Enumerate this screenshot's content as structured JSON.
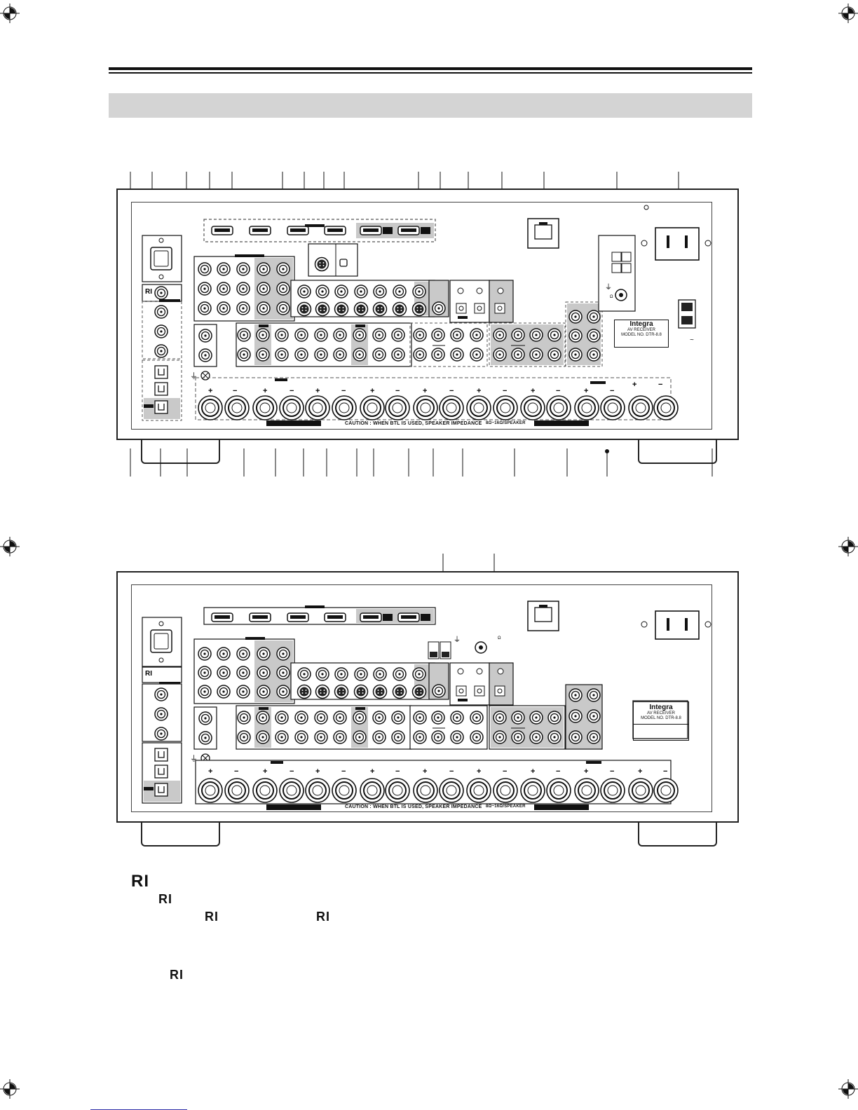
{
  "panel1": {
    "caution": "CAUTION : WHEN BTL IS USED, SPEAKER IMPEDANCE",
    "impedance": "8Ω~16Ω/SPEAKER",
    "brand_logo": "Integra",
    "brand_line1": "AV RECEIVER",
    "brand_line2": "MODEL NO. DTR-8.8",
    "ohm": "Ω",
    "ac": "~"
  },
  "panel2": {
    "caution": "CAUTION : WHEN BTL IS USED, SPEAKER IMPEDANCE",
    "impedance": "8Ω~16Ω/SPEAKER",
    "brand_logo": "Integra",
    "brand_line1": "AV RECEIVER",
    "brand_line2": "MODEL NO. DTR-8.8",
    "ohm": "Ω"
  },
  "ri_symbols": [
    "RI",
    "RI",
    "RI",
    "RI",
    "RI"
  ],
  "colors": {
    "accent_gray": "#c9c9c9",
    "ink": "#111111"
  }
}
